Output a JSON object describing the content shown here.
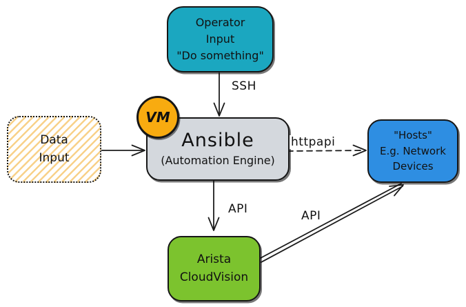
{
  "colors": {
    "operator": "#1ba7c0",
    "ansible": "#d4d8dd",
    "vm": "#f8ab10",
    "datainput_stripe": "#f8d189",
    "hosts": "#2e8ee2",
    "cloudvision": "#7cc32e",
    "stroke": "#1c1c1c"
  },
  "nodes": {
    "operator": {
      "lines": [
        "Operator",
        "Input",
        "\"Do something\""
      ]
    },
    "ansible": {
      "title": "Ansible",
      "subtitle": "(Automation Engine)"
    },
    "vm_badge": {
      "label": "VM"
    },
    "data_input": {
      "lines": [
        "Data",
        "Input"
      ]
    },
    "hosts": {
      "lines": [
        "\"Hosts\"",
        "E.g. Network",
        "Devices"
      ]
    },
    "cloudvision": {
      "lines": [
        "Arista",
        "CloudVision"
      ]
    }
  },
  "edges": {
    "ssh": {
      "label": "SSH",
      "style": "solid",
      "from": "operator",
      "to": "ansible"
    },
    "data_flow": {
      "label": "",
      "style": "solid",
      "from": "data_input",
      "to": "ansible"
    },
    "httpapi": {
      "label": "httpapi",
      "style": "dashed",
      "from": "ansible",
      "to": "hosts"
    },
    "api_down": {
      "label": "API",
      "style": "solid",
      "from": "ansible",
      "to": "cloudvision"
    },
    "api_diagonal": {
      "label": "API",
      "style": "double",
      "from": "cloudvision",
      "to": "hosts"
    }
  }
}
